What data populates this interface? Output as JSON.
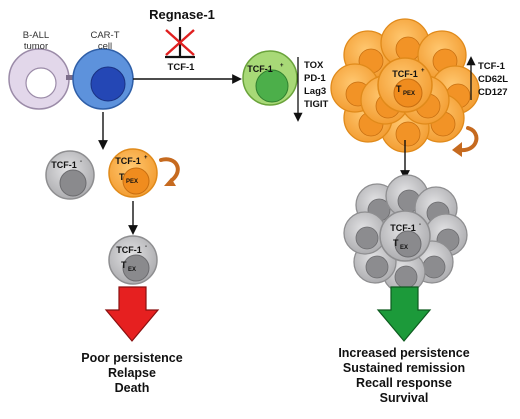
{
  "tumor": {
    "line1": "B-ALL",
    "line2": "tumor"
  },
  "cart": {
    "line1": "CAR-T",
    "line2": "cell"
  },
  "regnase": {
    "title": "Regnase-1",
    "target": "TCF-1"
  },
  "cells": {
    "green": "TCF-1",
    "left_neg": "TCF-1",
    "left_tpex": "TCF-1",
    "left_tpex_name": "T",
    "left_tpex_sub": "PEX",
    "left_tex": "TCF-1",
    "left_tex_name": "T",
    "left_tex_sub": "EX",
    "right_tpex": "TCF-1",
    "right_tpex_name": "T",
    "right_tpex_sub": "PEX",
    "right_tex": "TCF-1",
    "right_tex_name": "T",
    "right_tex_sub": "EX",
    "plus": "+",
    "minus": "-"
  },
  "down_markers": [
    "TOX",
    "PD-1",
    "Lag3",
    "TIGIT"
  ],
  "up_markers": [
    "TCF-1",
    "CD62L",
    "CD127"
  ],
  "outcomes_left": [
    "Poor persistence",
    "Relapse",
    "Death"
  ],
  "outcomes_right": [
    "Increased persistence",
    "Sustained remission",
    "Recall response",
    "Survival"
  ],
  "colors": {
    "orange": "#f6a53a",
    "orange_dark": "#e08a1a",
    "gray": "#c4c4c6",
    "gray_dark": "#8e8e90",
    "green_outer": "#9ed36a",
    "green_inner": "#4caf4a",
    "blue_outer": "#4b86d6",
    "blue_inner": "#2244b0",
    "lavender": "#d9cde3",
    "red_arrow": "#e62020",
    "green_arrow": "#1c9a3a",
    "curl": "#c66a1f"
  }
}
